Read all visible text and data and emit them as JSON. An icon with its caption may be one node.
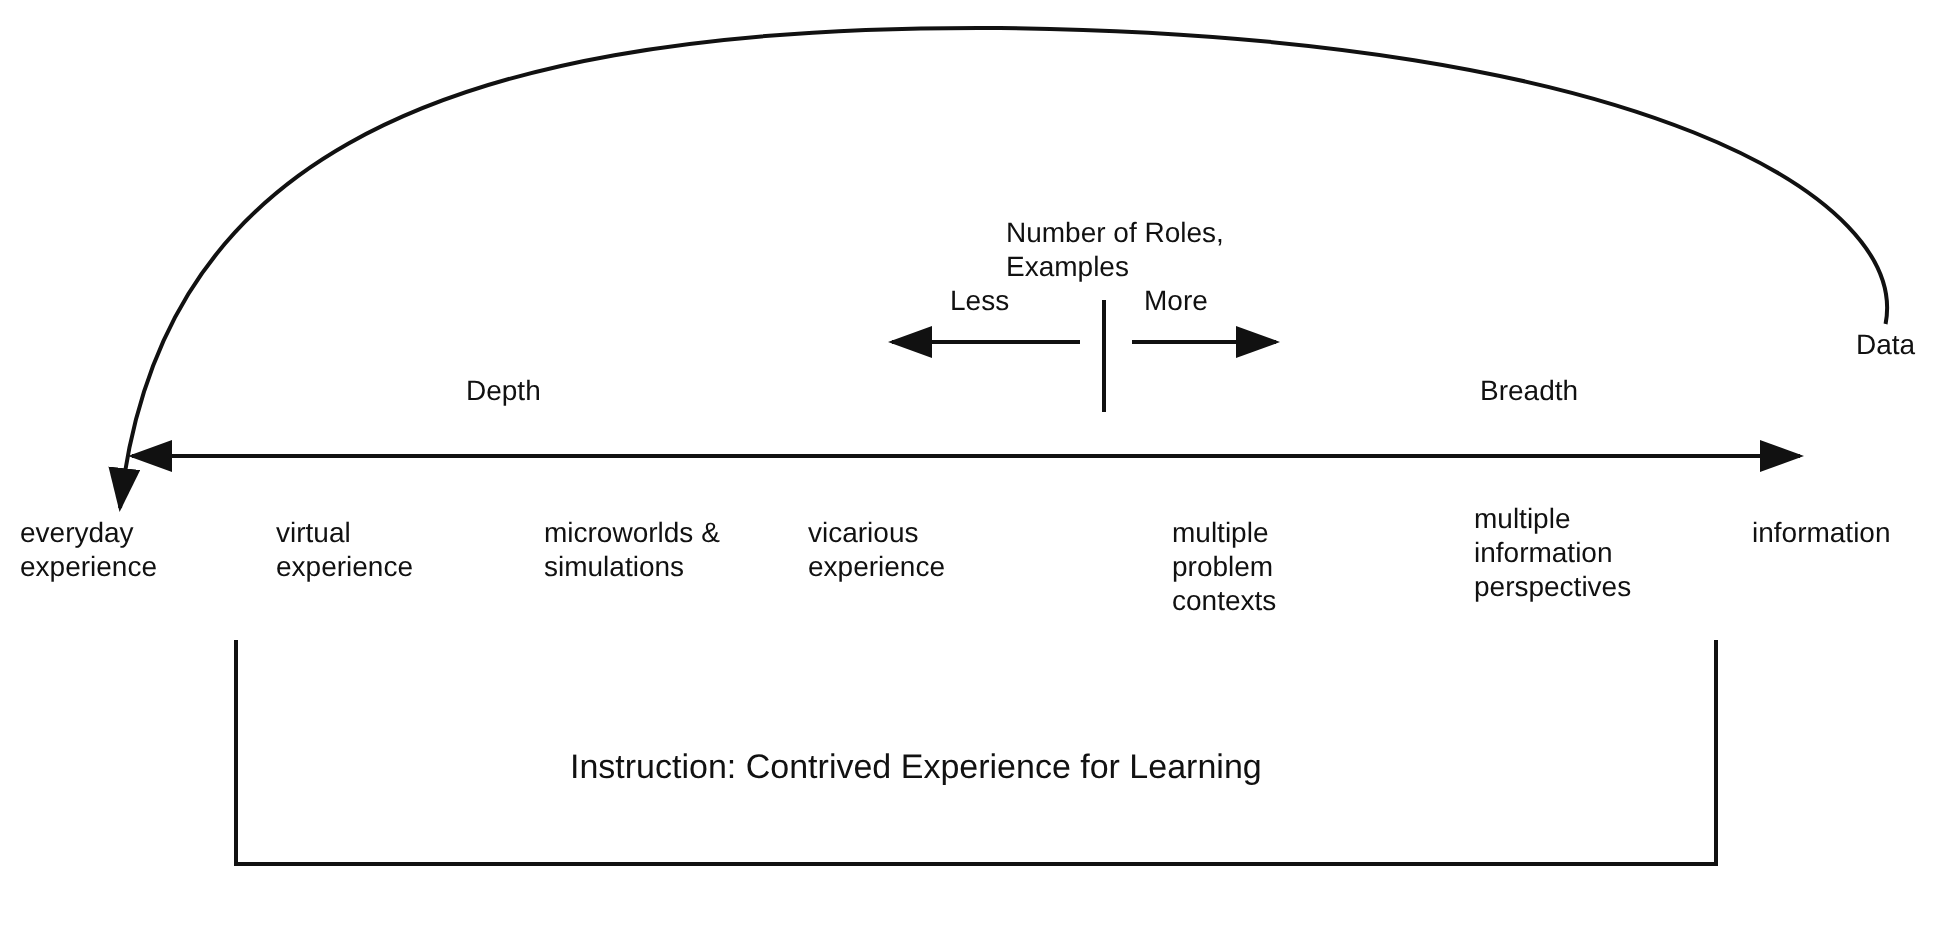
{
  "diagram": {
    "nodes": [
      {
        "text": [
          "Data"
        ]
      },
      {
        "text": [
          "everyday experience"
        ]
      }
    ],
    "edges": [
      {
        "from": 0,
        "to": 1,
        "arrow": "to"
      }
    ],
    "labels": [
      "Number of Roles, Examples",
      "Less",
      "More",
      "Depth",
      "Breadth",
      "virtual experience",
      "microworlds & simulations",
      "vicarious experience",
      "multiple problem contexts",
      "multiple information perspectives",
      "information",
      "Instruction: Contrived Experience for Learning"
    ]
  }
}
